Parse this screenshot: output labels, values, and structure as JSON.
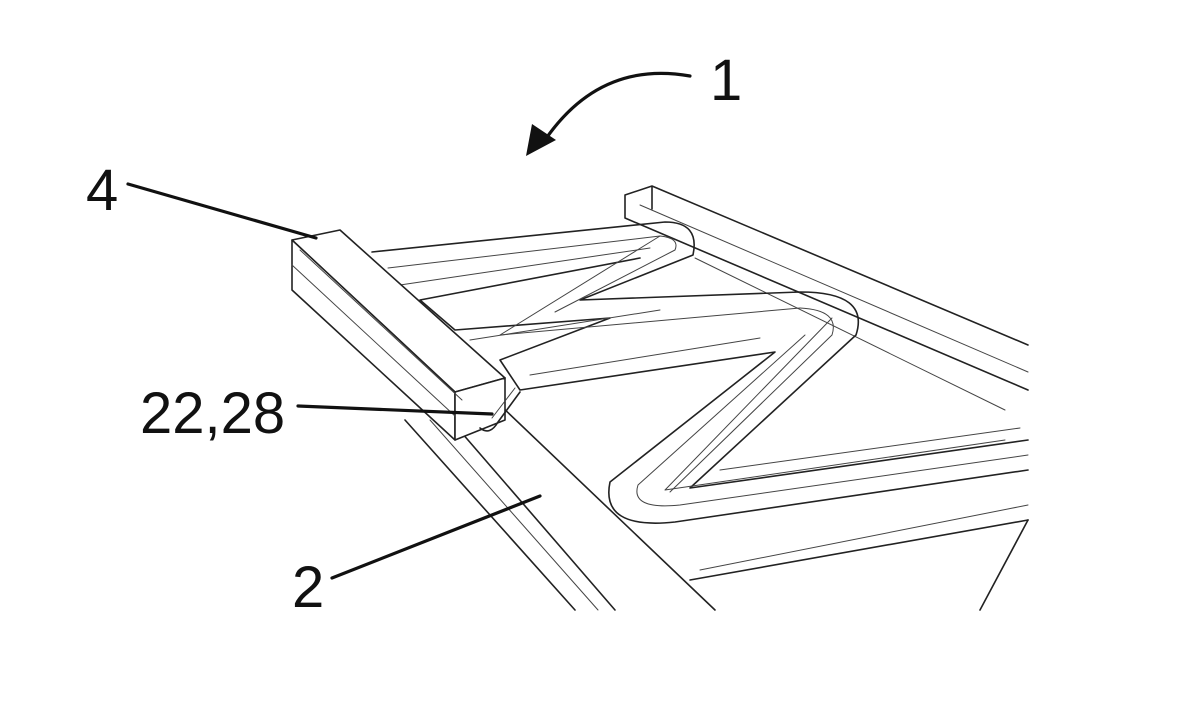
{
  "labels": {
    "assembly": "1",
    "rail": "2",
    "block": "4",
    "hook": "22,28"
  },
  "colors": {
    "line": "#111111",
    "background": "#ffffff"
  }
}
